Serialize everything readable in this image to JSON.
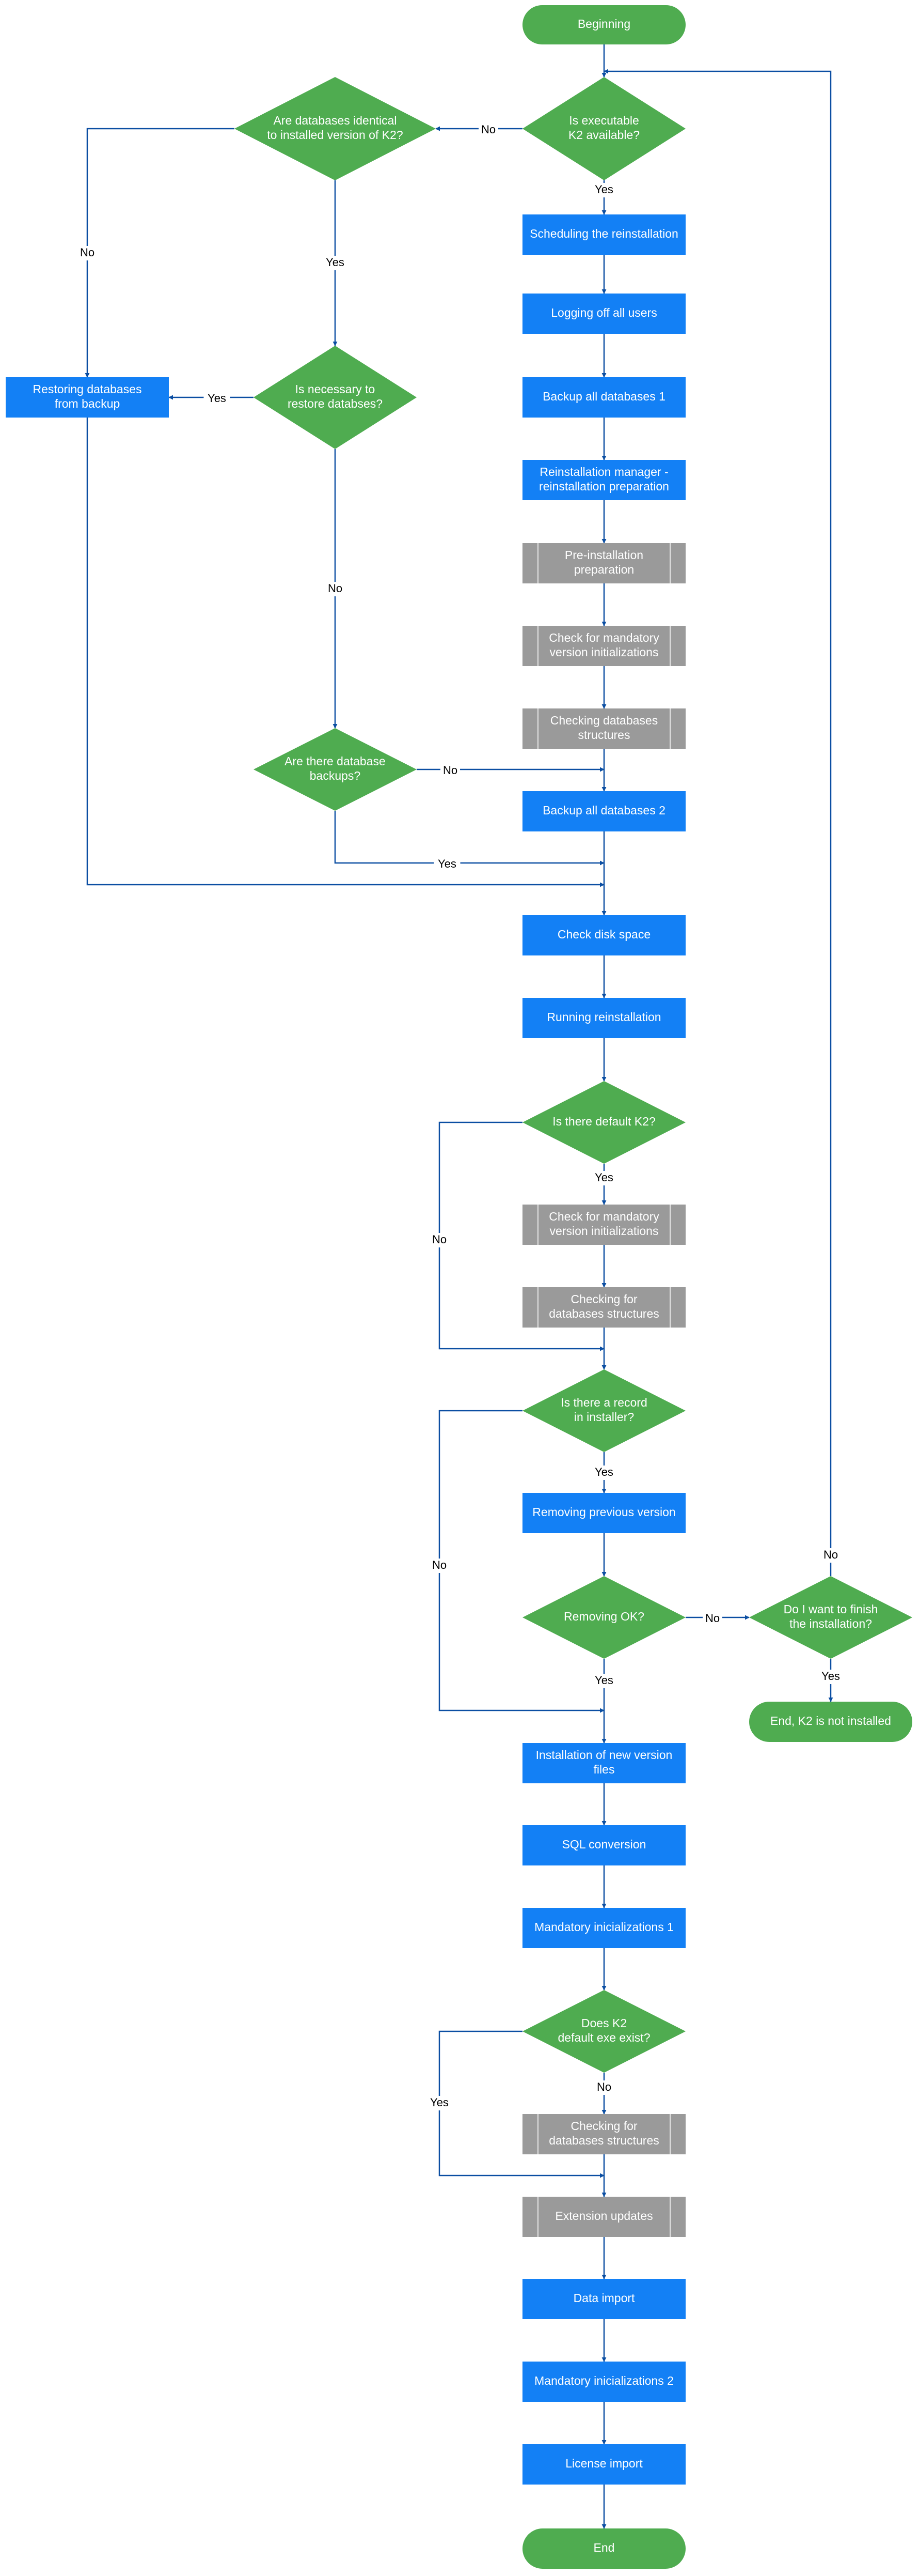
{
  "colors": {
    "terminal": "#4FAC50",
    "decision": "#4FAC50",
    "process": "#1380F5",
    "subprocess": "#9A9A9A",
    "subprocess_bar": "#E6E6E6",
    "edge": "#0B4EA2",
    "edge_label": "#000000",
    "node_text": "#FFFFFF"
  },
  "nodes": {
    "beginning": {
      "shape": "terminal",
      "lines": [
        "Beginning"
      ]
    },
    "is_exe": {
      "shape": "decision",
      "lines": [
        "Is executable",
        "K2 available?"
      ]
    },
    "are_db_identical": {
      "shape": "decision",
      "lines": [
        "Are databases identical",
        "to installed version of K2?"
      ]
    },
    "scheduling": {
      "shape": "process",
      "lines": [
        "Scheduling the reinstallation"
      ]
    },
    "logging_off": {
      "shape": "process",
      "lines": [
        "Logging off all users"
      ]
    },
    "restoring": {
      "shape": "process",
      "lines": [
        "Restoring databases",
        "from backup"
      ]
    },
    "is_necessary": {
      "shape": "decision",
      "lines": [
        "Is necessary to",
        "restore databses?"
      ]
    },
    "backup1": {
      "shape": "process",
      "lines": [
        "Backup all databases 1"
      ]
    },
    "reinst_mgr": {
      "shape": "process",
      "lines": [
        "Reinstallation manager -",
        "reinstallation preparation"
      ]
    },
    "pre_inst": {
      "shape": "subprocess",
      "lines": [
        "Pre-installation",
        "preparation"
      ]
    },
    "check_mand1": {
      "shape": "subprocess",
      "lines": [
        "Check for mandatory",
        "version initializations"
      ]
    },
    "checking_db1": {
      "shape": "subprocess",
      "lines": [
        "Checking databases",
        "structures"
      ]
    },
    "are_backups": {
      "shape": "decision",
      "lines": [
        "Are there database",
        "backups?"
      ]
    },
    "backup2": {
      "shape": "process",
      "lines": [
        "Backup all databases 2"
      ]
    },
    "disk_space": {
      "shape": "process",
      "lines": [
        "Check disk space"
      ]
    },
    "running": {
      "shape": "process",
      "lines": [
        "Running reinstallation"
      ]
    },
    "default_k2": {
      "shape": "decision",
      "lines": [
        "Is there default K2?"
      ]
    },
    "check_mand2": {
      "shape": "subprocess",
      "lines": [
        "Check for mandatory",
        "version initializations"
      ]
    },
    "checking_db2": {
      "shape": "subprocess",
      "lines": [
        "Checking for",
        "databases structures"
      ]
    },
    "record_inst": {
      "shape": "decision",
      "lines": [
        "Is there a record",
        "in installer?"
      ]
    },
    "removing_prev": {
      "shape": "process",
      "lines": [
        "Removing previous version"
      ]
    },
    "removing_ok": {
      "shape": "decision",
      "lines": [
        "Removing OK?"
      ]
    },
    "finish_inst": {
      "shape": "decision",
      "lines": [
        "Do I want to finish",
        "the installation?"
      ]
    },
    "end_not_installed": {
      "shape": "terminal",
      "lines": [
        "End, K2 is not installed"
      ]
    },
    "install_new": {
      "shape": "process",
      "lines": [
        "Installation of new version",
        "files"
      ]
    },
    "sql_conv": {
      "shape": "process",
      "lines": [
        "SQL conversion"
      ]
    },
    "mand_init1": {
      "shape": "process",
      "lines": [
        "Mandatory inicializations 1"
      ]
    },
    "default_exe": {
      "shape": "decision",
      "lines": [
        "Does K2",
        "default exe exist?"
      ]
    },
    "checking_db3": {
      "shape": "subprocess",
      "lines": [
        "Checking for",
        "databases structures"
      ]
    },
    "ext_updates": {
      "shape": "subprocess",
      "lines": [
        "Extension updates"
      ]
    },
    "data_import": {
      "shape": "process",
      "lines": [
        "Data import"
      ]
    },
    "mand_init2": {
      "shape": "process",
      "lines": [
        "Mandatory inicializations 2"
      ]
    },
    "license_import": {
      "shape": "process",
      "lines": [
        "License import"
      ]
    },
    "end": {
      "shape": "terminal",
      "lines": [
        "End"
      ]
    }
  },
  "edges": [
    {
      "from": "beginning",
      "to": "is_exe",
      "label": ""
    },
    {
      "from": "is_exe",
      "to": "are_db_identical",
      "label": "No"
    },
    {
      "from": "is_exe",
      "to": "scheduling",
      "label": "Yes"
    },
    {
      "from": "are_db_identical",
      "to": "restoring",
      "label": "No"
    },
    {
      "from": "are_db_identical",
      "to": "is_necessary",
      "label": "Yes"
    },
    {
      "from": "is_necessary",
      "to": "restoring",
      "label": "Yes"
    },
    {
      "from": "is_necessary",
      "to": "are_backups",
      "label": "No"
    },
    {
      "from": "scheduling",
      "to": "logging_off",
      "label": ""
    },
    {
      "from": "logging_off",
      "to": "backup1",
      "label": ""
    },
    {
      "from": "backup1",
      "to": "reinst_mgr",
      "label": ""
    },
    {
      "from": "reinst_mgr",
      "to": "pre_inst",
      "label": ""
    },
    {
      "from": "pre_inst",
      "to": "check_mand1",
      "label": ""
    },
    {
      "from": "check_mand1",
      "to": "checking_db1",
      "label": ""
    },
    {
      "from": "checking_db1",
      "to": "backup2",
      "label": ""
    },
    {
      "from": "are_backups",
      "to": "backup2",
      "label": "No"
    },
    {
      "from": "are_backups",
      "to": "disk_space",
      "label": "Yes"
    },
    {
      "from": "restoring",
      "to": "disk_space",
      "label": ""
    },
    {
      "from": "backup2",
      "to": "disk_space",
      "label": ""
    },
    {
      "from": "disk_space",
      "to": "running",
      "label": ""
    },
    {
      "from": "running",
      "to": "default_k2",
      "label": ""
    },
    {
      "from": "default_k2",
      "to": "check_mand2",
      "label": "Yes"
    },
    {
      "from": "default_k2",
      "to": "record_inst",
      "label": "No"
    },
    {
      "from": "check_mand2",
      "to": "checking_db2",
      "label": ""
    },
    {
      "from": "checking_db2",
      "to": "record_inst",
      "label": ""
    },
    {
      "from": "record_inst",
      "to": "removing_prev",
      "label": "Yes"
    },
    {
      "from": "record_inst",
      "to": "install_new",
      "label": "No"
    },
    {
      "from": "removing_prev",
      "to": "removing_ok",
      "label": ""
    },
    {
      "from": "removing_ok",
      "to": "install_new",
      "label": "Yes"
    },
    {
      "from": "removing_ok",
      "to": "finish_inst",
      "label": "No"
    },
    {
      "from": "finish_inst",
      "to": "end_not_installed",
      "label": "Yes"
    },
    {
      "from": "finish_inst",
      "to": "is_exe",
      "label": "No"
    },
    {
      "from": "install_new",
      "to": "sql_conv",
      "label": ""
    },
    {
      "from": "sql_conv",
      "to": "mand_init1",
      "label": ""
    },
    {
      "from": "mand_init1",
      "to": "default_exe",
      "label": ""
    },
    {
      "from": "default_exe",
      "to": "checking_db3",
      "label": "No"
    },
    {
      "from": "default_exe",
      "to": "ext_updates",
      "label": "Yes"
    },
    {
      "from": "checking_db3",
      "to": "ext_updates",
      "label": ""
    },
    {
      "from": "ext_updates",
      "to": "data_import",
      "label": ""
    },
    {
      "from": "data_import",
      "to": "mand_init2",
      "label": ""
    },
    {
      "from": "mand_init2",
      "to": "license_import",
      "label": ""
    },
    {
      "from": "license_import",
      "to": "end",
      "label": ""
    }
  ]
}
